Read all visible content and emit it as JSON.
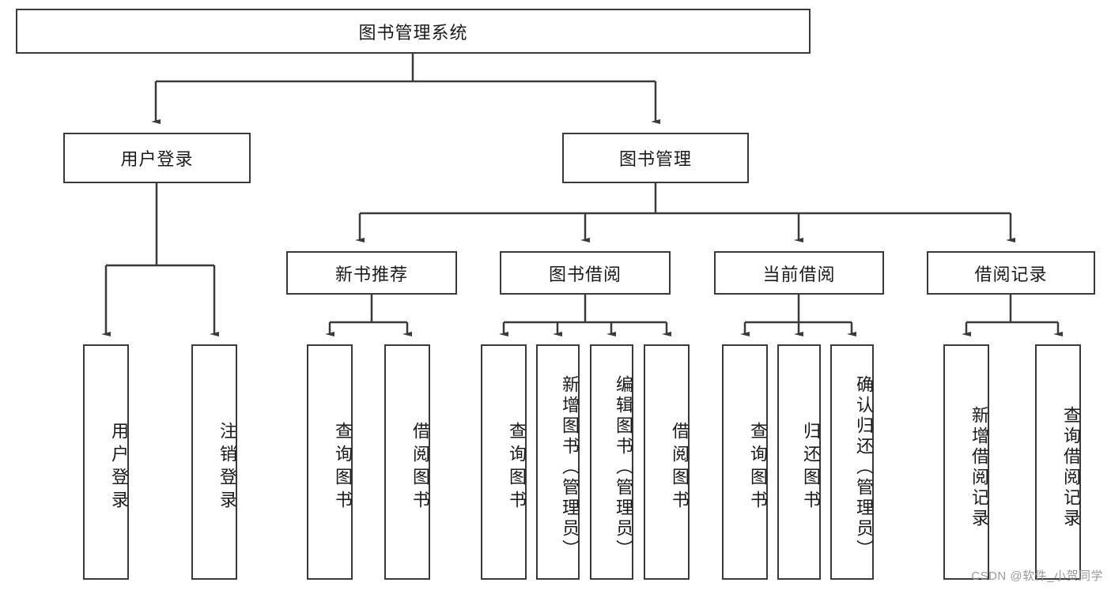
{
  "diagram": {
    "title": "图书管理系统",
    "watermark": "CSDN @软件_小贺同学",
    "line_color": "#3a3a3a",
    "background": "#ffffff",
    "text_color": "#1a1a1a",
    "nodes": {
      "root": "图书管理系统",
      "level2": [
        "用户登录",
        "图书管理"
      ],
      "level3": [
        "新书推荐",
        "图书借阅",
        "当前借阅",
        "借阅记录"
      ],
      "leaves_user_login": [
        "用户登录",
        "注销登录"
      ],
      "leaves_new_book": [
        "查询图书",
        "借阅图书"
      ],
      "leaves_borrow": [
        "查询图书",
        "新增图书（管理员）",
        "编辑图书（管理员）",
        "借阅图书"
      ],
      "leaves_current": [
        "查询图书",
        "归还图书",
        "确认归还（管理员）"
      ],
      "leaves_records": [
        "新增借阅记录",
        "查询借阅记录"
      ]
    }
  }
}
